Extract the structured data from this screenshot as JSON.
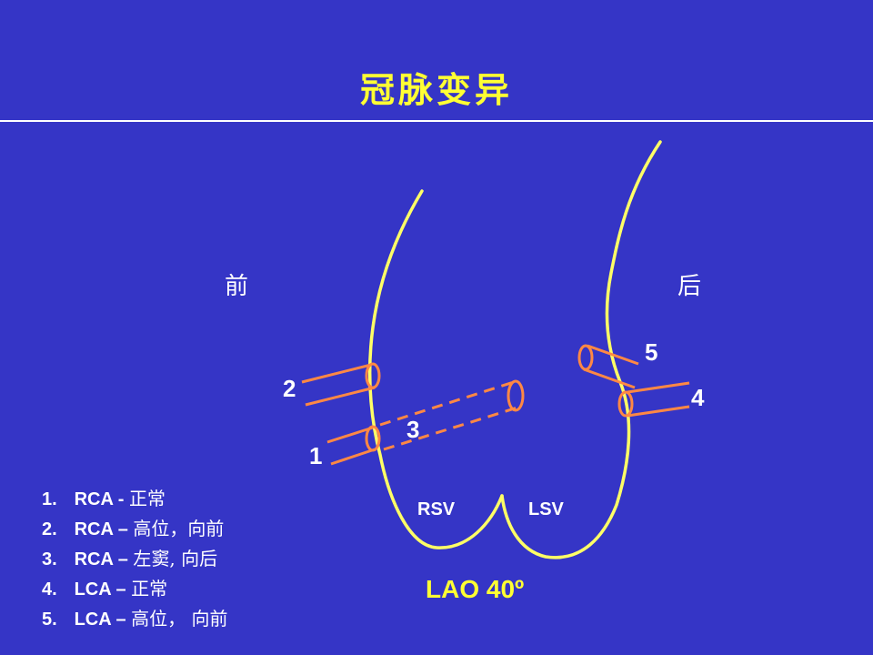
{
  "slide": {
    "title": "冠脉变异",
    "label_front": "前",
    "label_back": "后",
    "view_label": "LAO 40º",
    "sinus_right": "RSV",
    "sinus_left": "LSV",
    "vessel_numbers": [
      "1",
      "2",
      "3",
      "4",
      "5"
    ],
    "legend": [
      {
        "num": "1.",
        "code": "RCA -",
        "desc": "正常"
      },
      {
        "num": "2.",
        "code": "RCA –",
        "desc": "高位，向前"
      },
      {
        "num": "3.",
        "code": "RCA –",
        "desc": "左窦, 向后"
      },
      {
        "num": "4.",
        "code": "LCA –",
        "desc": "正常"
      },
      {
        "num": "5.",
        "code": "LCA –",
        "desc": "高位， 向前"
      }
    ],
    "colors": {
      "background": "#3535c6",
      "title": "#ffff33",
      "outline": "#ffff66",
      "vessel": "#ff8844"
    }
  }
}
